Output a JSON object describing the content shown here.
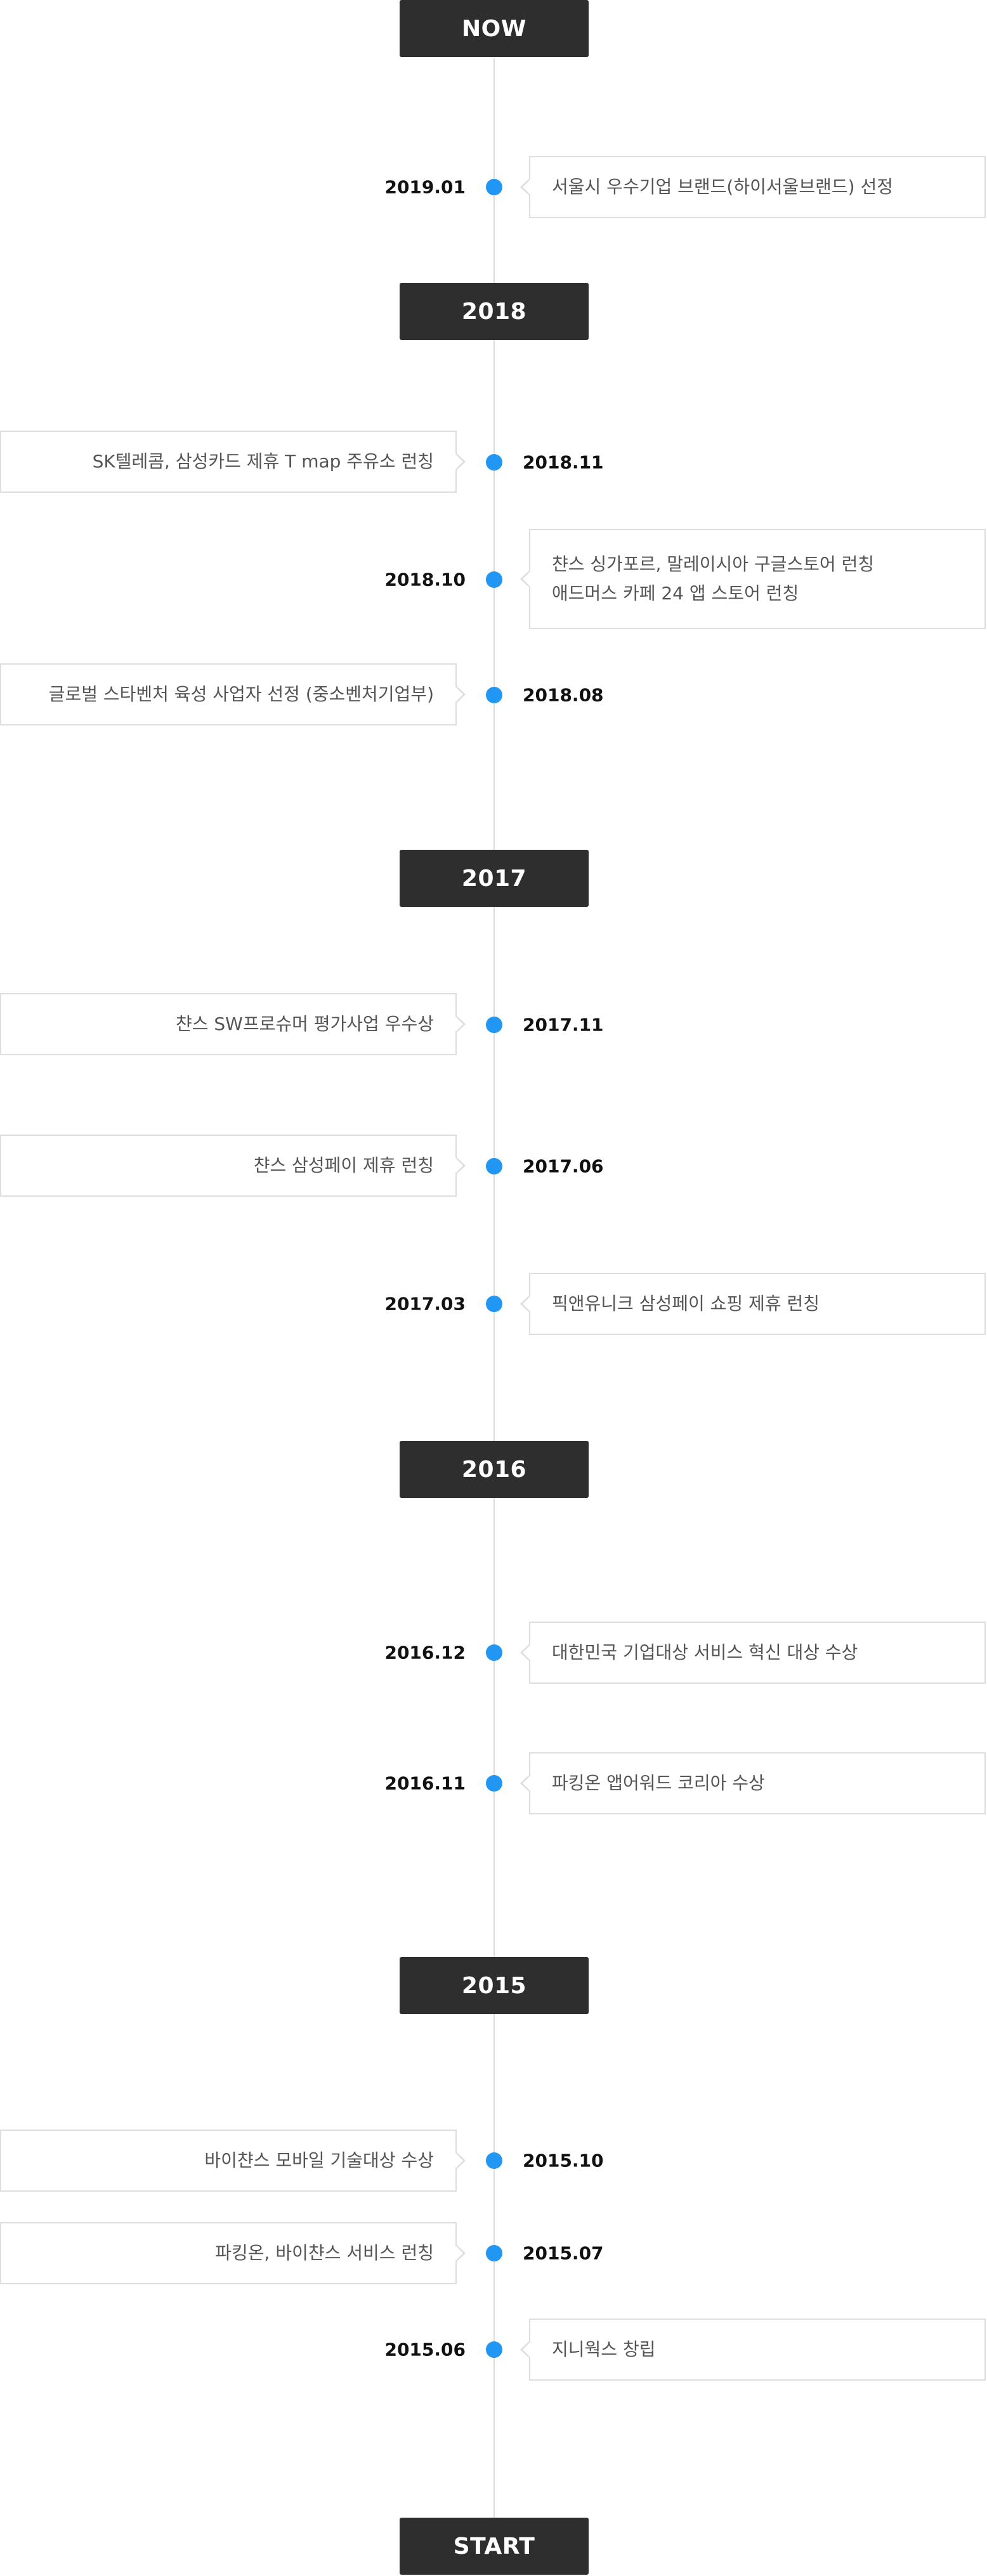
{
  "timeline": {
    "start_label": "NOW",
    "end_label": "START",
    "years": [
      "2018",
      "2017",
      "2016",
      "2015"
    ],
    "events": [
      {
        "date": "2019.01",
        "lines": [
          "서울시 우수기업 브랜드(하이서울브랜드) 선정"
        ]
      },
      {
        "date": "2018.11",
        "lines": [
          "SK텔레콤, 삼성카드 제휴 T map 주유소 런칭"
        ]
      },
      {
        "date": "2018.10",
        "lines": [
          "챤스 싱가포르, 말레이시아 구글스토어 런칭",
          "애드머스 카페 24 앱 스토어 런칭"
        ]
      },
      {
        "date": "2018.08",
        "lines": [
          "글로벌 스타벤처 육성 사업자 선정 (중소벤처기업부)"
        ]
      },
      {
        "date": "2017.11",
        "lines": [
          "챤스 SW프로슈머 평가사업 우수상"
        ]
      },
      {
        "date": "2017.06",
        "lines": [
          "챤스 삼성페이 제휴 런칭"
        ]
      },
      {
        "date": "2017.03",
        "lines": [
          "픽앤유니크 삼성페이 쇼핑 제휴 런칭"
        ]
      },
      {
        "date": "2016.12",
        "lines": [
          "대한민국 기업대상 서비스 혁신 대상 수상"
        ]
      },
      {
        "date": "2016.11",
        "lines": [
          "파킹온 앱어워드 코리아 수상"
        ]
      },
      {
        "date": "2015.10",
        "lines": [
          "바이챤스 모바일 기술대상 수상"
        ]
      },
      {
        "date": "2015.07",
        "lines": [
          "파킹온, 바이챤스 서비스 런칭"
        ]
      },
      {
        "date": "2015.06",
        "lines": [
          "지니웍스 창립"
        ]
      }
    ]
  }
}
